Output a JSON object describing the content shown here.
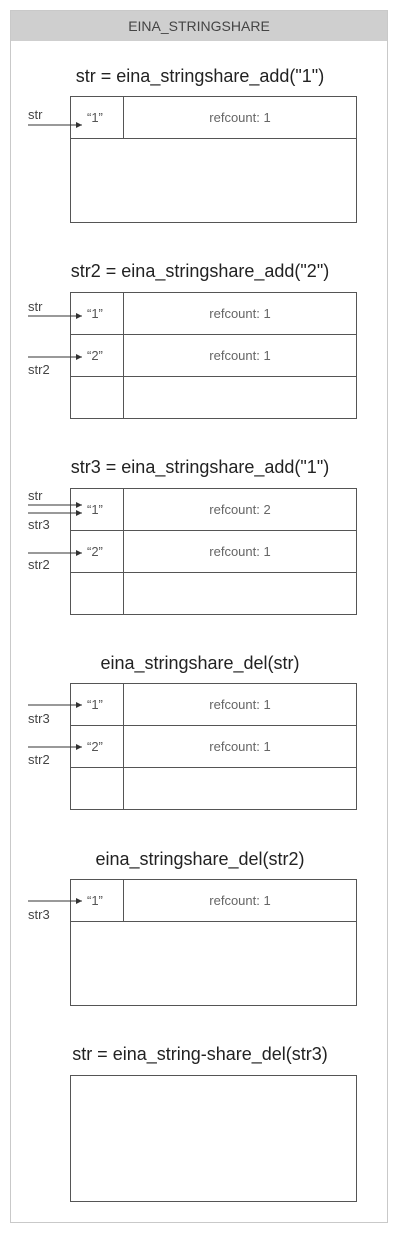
{
  "header": {
    "title": "EINA_STRINGSHARE"
  },
  "steps": [
    {
      "title": "str = eina_stringshare_add(\"1\")",
      "rows": [
        {
          "value": "“1”",
          "refcount": "refcount: 1",
          "pointers": [
            "str"
          ]
        }
      ]
    },
    {
      "title": "str2 = eina_stringshare_add(\"2\")",
      "rows": [
        {
          "value": "“1”",
          "refcount": "refcount: 1",
          "pointers": [
            "str"
          ]
        },
        {
          "value": "“2”",
          "refcount": "refcount: 1",
          "pointers": [
            "str2"
          ]
        }
      ]
    },
    {
      "title": "str3 = eina_stringshare_add(\"1\")",
      "rows": [
        {
          "value": "“1”",
          "refcount": "refcount: 2",
          "pointers": [
            "str",
            "str3"
          ]
        },
        {
          "value": "“2”",
          "refcount": "refcount: 1",
          "pointers": [
            "str2"
          ]
        }
      ]
    },
    {
      "title": "eina_stringshare_del(str)",
      "rows": [
        {
          "value": "“1”",
          "refcount": "refcount: 1",
          "pointers": [
            "str3"
          ]
        },
        {
          "value": "“2”",
          "refcount": "refcount: 1",
          "pointers": [
            "str2"
          ]
        }
      ]
    },
    {
      "title": "eina_stringshare_del(str2)",
      "rows": [
        {
          "value": "“1”",
          "refcount": "refcount: 1",
          "pointers": [
            "str3"
          ]
        }
      ]
    },
    {
      "title": "str = eina_string-share_del(str3)",
      "rows": []
    }
  ]
}
